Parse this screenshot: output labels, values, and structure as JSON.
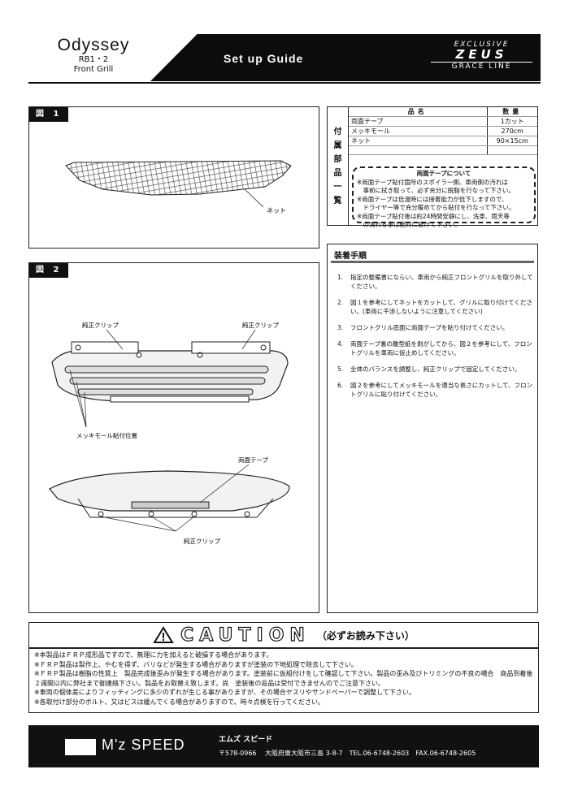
{
  "header": {
    "model": "Odyssey",
    "chassis": "RB1・2",
    "part": "Front Grill",
    "guide": "Set up Guide",
    "brand_top": "EXCLUSIVE",
    "brand_main": "ZEUS",
    "brand_bottom": "GRACE LINE"
  },
  "figure1": {
    "tag": "図 1",
    "callout": "ネット"
  },
  "figure2": {
    "tag": "図 2",
    "clip_left": "純正クリップ",
    "clip_right": "純正クリップ",
    "molding_pos": "メッキモール貼付位置",
    "tape": "両面テープ",
    "clip_bottom": "純正クリップ"
  },
  "parts": {
    "side_label": [
      "付",
      "属",
      "部",
      "品",
      "一",
      "覧"
    ],
    "head_name": "品名",
    "head_qty": "数量",
    "rows": [
      {
        "name": "両面テープ",
        "qty": "1カット"
      },
      {
        "name": "メッキモール",
        "qty": "270cm"
      },
      {
        "name": "ネット",
        "qty": "90×15cm"
      },
      {
        "name": "",
        "qty": ""
      }
    ],
    "notice_title": "両面テープについて",
    "notice_lines": [
      "※両面テープ貼付箇所のスポイラー側、車両側の汚れは",
      "　事前に拭き取って、必ず充分に脱脂を行なって下さい。",
      "※両面テープは低温時には接着能力が低下しますので、",
      "　ドライヤー等で充分暖めてから貼付を行なって下さい。",
      "※両面テープ貼付後は約24時間安静にし、洗車、雨天等",
      "　の濡れる事は絶対に避けて下さい。"
    ]
  },
  "steps": {
    "title": "装着手順",
    "items": [
      {
        "num": "1.",
        "text": "指定の整備書にならい、車両から純正フロントグリルを取り外してください。"
      },
      {
        "num": "2.",
        "text": "図１を参考にしてネットをカットして、グリルに取り付けてください。(車両に干渉しないように注意してください)"
      },
      {
        "num": "3.",
        "text": "フロントグリル底面に両面テープを貼り付けてください。"
      },
      {
        "num": "4.",
        "text": "両面テープ裏の離型紙を剥がしてから、図２を参考にして、フロントグリルを車両に仮止めしてください。"
      },
      {
        "num": "5.",
        "text": "全体のバランスを調整し、純正クリップで固定してください。"
      },
      {
        "num": "6.",
        "text": "図２を参考にしてメッキモールを適当な長さにカットして、フロントグリルに貼り付けてください。"
      }
    ]
  },
  "caution": {
    "word": "CAUTION",
    "sub": "（必ずお読み下さい）",
    "items": [
      "※本製品はＦＲＰ成形品ですので、無理に力を加えると破損する場合があります。",
      "※ＦＲＰ製品は製作上、やむを得ず、バリなどが発生する場合がありますが塗装の下地処理で除去して下さい。",
      "※ＦＲＰ製品は樹脂の性質上　製品完成後歪みが発生する場合があります。塗装前に仮組付けをして確認して下さい。製品の歪み及びトリミングの不良の場合　商品到着後２週間以内に弊社まで御連絡下さい。製品をお取替え致します。尚　塗装後の返品は受付できませんのでご注意下さい。",
      "※車両の個体差によりフィッティングに多少のずれが生じる事がありますが、その場合ヤスリやサンドペーパーで調整して下さい。",
      "※各取付け部分のボルト、又はビスは緩んでくる場合がありますので、時々点検を行ってください。"
    ]
  },
  "footer": {
    "logo": "M'z SPEED",
    "company": "エムズ スピード",
    "address": "〒578-0966　 大阪府東大阪市三島 3-8-7　TEL.06-6748-2603　FAX.06-6748-2605"
  }
}
